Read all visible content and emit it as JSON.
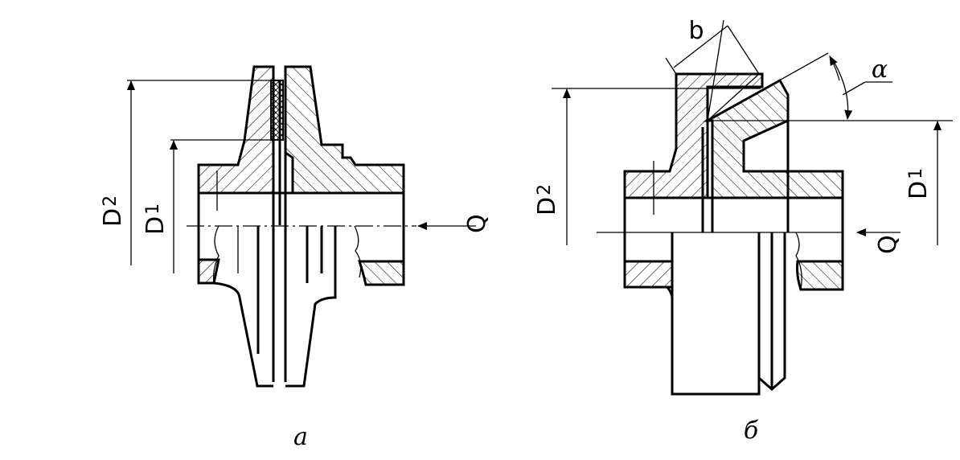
{
  "figure_a": {
    "caption": "а",
    "dim_outer": {
      "letter": "D",
      "subscript": "2"
    },
    "dim_inner": {
      "letter": "D",
      "subscript": "1"
    },
    "force": "Q"
  },
  "figure_b": {
    "caption": "б",
    "dim_outer": {
      "letter": "D",
      "subscript": "2"
    },
    "dim_inner": {
      "letter": "D",
      "subscript": "1"
    },
    "force": "Q",
    "width": "b",
    "angle": "α"
  }
}
